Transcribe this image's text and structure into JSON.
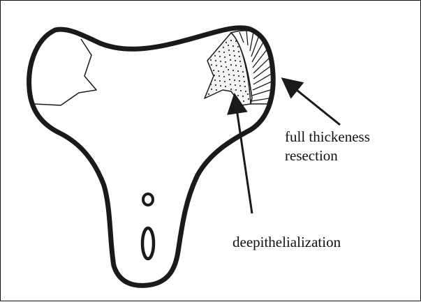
{
  "labels": {
    "full_thickness_line1": "full  thickeness",
    "full_thickness_line2": "resection",
    "deepithelialization": "deepithelialization"
  },
  "colors": {
    "outline": "#1a1a1a",
    "stipple": "#333333",
    "background": "#ffffff"
  }
}
